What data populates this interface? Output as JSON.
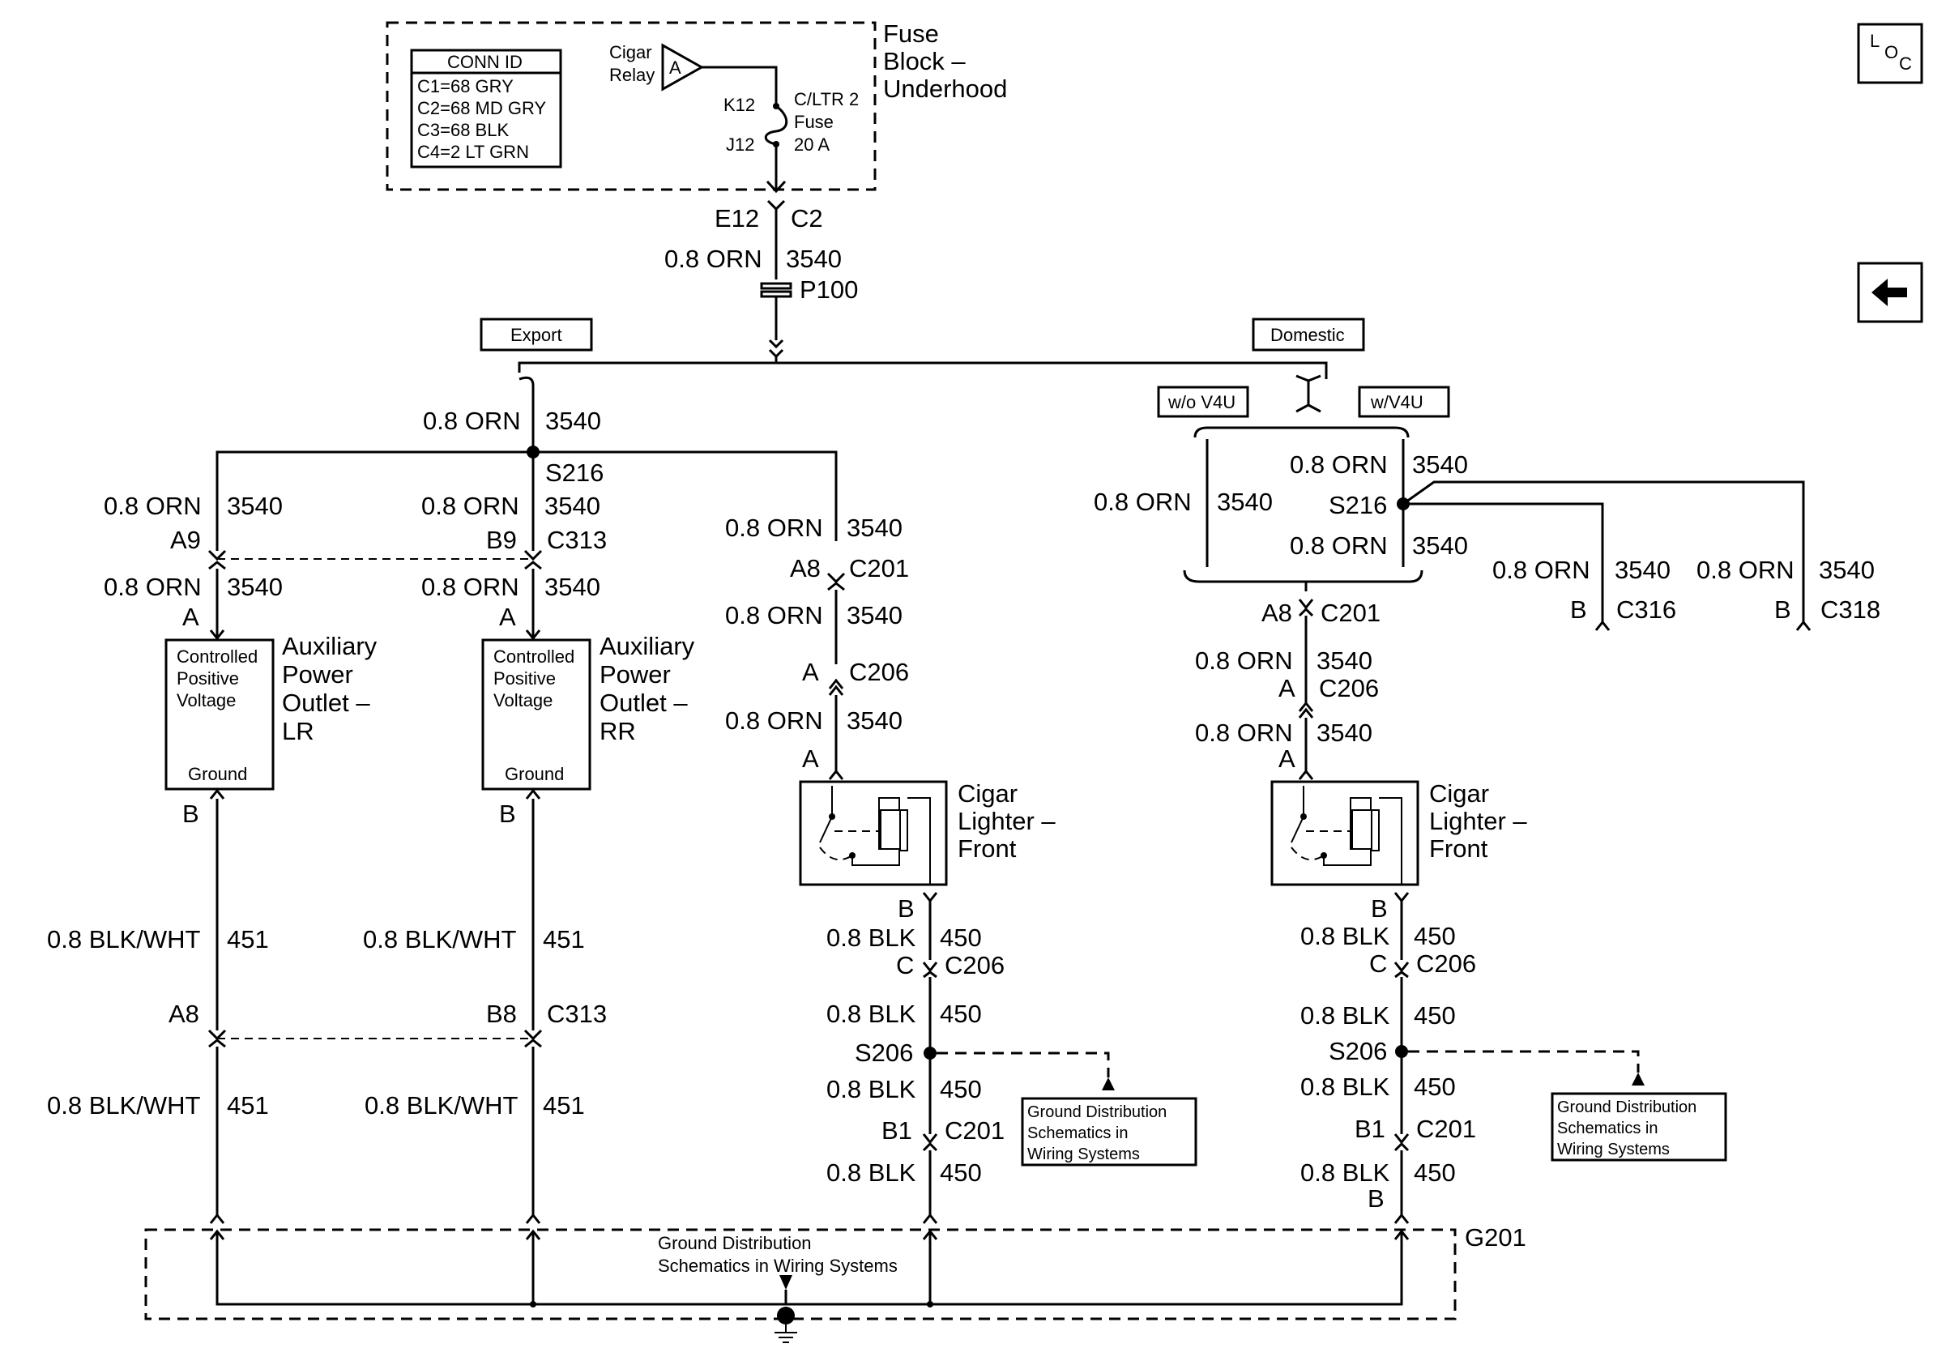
{
  "icons": {
    "loc": "loc-icon",
    "back": "back-arrow-icon"
  },
  "loc_icon": {
    "l": "L",
    "o": "O",
    "c": "C"
  },
  "fuse_block": {
    "title_line1": "Fuse",
    "title_line2": "Block –",
    "title_line3": "Underhood",
    "conn_id_header": "CONN ID",
    "conn_ids": [
      "C1=68 GRY",
      "C2=68 MD GRY",
      "C3=68 BLK",
      "C4=2 LT GRN"
    ],
    "relay_line1": "Cigar",
    "relay_line2": "Relay",
    "relay_pin": "A",
    "fuse_pin_top": "K12",
    "fuse_pin_bottom": "J12",
    "fuse_line1": "C/LTR 2",
    "fuse_line2": "Fuse",
    "fuse_line3": "20 A"
  },
  "main_feed": {
    "pin": "E12",
    "connector": "C2",
    "wire": "0.8 ORN",
    "circuit": "3540",
    "splice_pack": "P100"
  },
  "options": {
    "export": "Export",
    "domestic": "Domestic",
    "wo_v4u": "w/o V4U",
    "w_v4u": "w/V4U"
  },
  "export_branch": {
    "feed_wire": "0.8 ORN",
    "feed_circuit": "3540",
    "splice": "S216",
    "lr": {
      "wire1": "0.8 ORN",
      "circuit1": "3540",
      "pin1": "A9",
      "wire2": "0.8 ORN",
      "circuit2": "3540",
      "pin_in": "A",
      "comp_line1": "Controlled",
      "comp_line2": "Positive",
      "comp_line3": "Voltage",
      "comp_ground": "Ground",
      "name_line1": "Auxiliary",
      "name_line2": "Power",
      "name_line3": "Outlet –",
      "name_line4": "LR",
      "pin_out": "B",
      "gwire1": "0.8 BLK/WHT",
      "gcircuit1": "451",
      "gpin": "A8",
      "gwire2": "0.8 BLK/WHT",
      "gcircuit2": "451"
    },
    "rr": {
      "wire1": "0.8 ORN",
      "circuit1": "3540",
      "pin1": "B9",
      "connector1": "C313",
      "wire2": "0.8 ORN",
      "circuit2": "3540",
      "pin_in": "A",
      "comp_line1": "Controlled",
      "comp_line2": "Positive",
      "comp_line3": "Voltage",
      "comp_ground": "Ground",
      "name_line1": "Auxiliary",
      "name_line2": "Power",
      "name_line3": "Outlet –",
      "name_line4": "RR",
      "pin_out": "B",
      "gwire1": "0.8 BLK/WHT",
      "gcircuit1": "451",
      "gpin": "B8",
      "gconnector": "C313",
      "gwire2": "0.8 BLK/WHT",
      "gcircuit2": "451"
    },
    "lighter": {
      "wire1": "0.8 ORN",
      "circuit1": "3540",
      "pin1": "A8",
      "connector1": "C201",
      "wire2": "0.8 ORN",
      "circuit2": "3540",
      "pin2": "A",
      "connector2": "C206",
      "wire3": "0.8 ORN",
      "circuit3": "3540",
      "pin_in": "A",
      "name_line1": "Cigar",
      "name_line2": "Lighter –",
      "name_line3": "Front",
      "pin_out": "B",
      "gwire1": "0.8 BLK",
      "gcircuit1": "450",
      "gpin1": "C",
      "gconnector1": "C206",
      "gwire2": "0.8 BLK",
      "gcircuit2": "450",
      "gsplice": "S206",
      "gwire3": "0.8 BLK",
      "gcircuit3": "450",
      "gpin2": "B1",
      "gconnector2": "C201",
      "gwire4": "0.8 BLK",
      "gcircuit4": "450",
      "ref_line1": "Ground Distribution",
      "ref_line2": "Schematics in",
      "ref_line3": "Wiring Systems"
    }
  },
  "domestic_branch": {
    "wo_wire": "0.8 ORN",
    "wo_circuit": "3540",
    "w_wire1": "0.8 ORN",
    "w_circuit1": "3540",
    "splice": "S216",
    "w_wire2": "0.8 ORN",
    "w_circuit2": "3540",
    "c316_wire": "0.8 ORN",
    "c316_circuit": "3540",
    "c316_pin": "B",
    "c316": "C316",
    "c318_wire": "0.8 ORN",
    "c318_circuit": "3540",
    "c318_pin": "B",
    "c318": "C318",
    "lighter": {
      "pin1": "A8",
      "connector1": "C201",
      "wire2": "0.8 ORN",
      "circuit2": "3540",
      "pin2": "A",
      "connector2": "C206",
      "wire3": "0.8 ORN",
      "circuit3": "3540",
      "pin_in": "A",
      "name_line1": "Cigar",
      "name_line2": "Lighter –",
      "name_line3": "Front",
      "pin_out": "B",
      "gwire1": "0.8 BLK",
      "gcircuit1": "450",
      "gpin1": "C",
      "gconnector1": "C206",
      "gwire2": "0.8 BLK",
      "gcircuit2": "450",
      "gsplice": "S206",
      "gwire3": "0.8 BLK",
      "gcircuit3": "450",
      "gpin2": "B1",
      "gconnector2": "C201",
      "gwire4": "0.8 BLK",
      "gcircuit4": "450",
      "gpin3": "B",
      "ref_line1": "Ground Distribution",
      "ref_line2": "Schematics in",
      "ref_line3": "Wiring Systems"
    }
  },
  "ground": {
    "name": "G201",
    "ref_line1": "Ground Distribution",
    "ref_line2": "Schematics in Wiring Systems"
  }
}
